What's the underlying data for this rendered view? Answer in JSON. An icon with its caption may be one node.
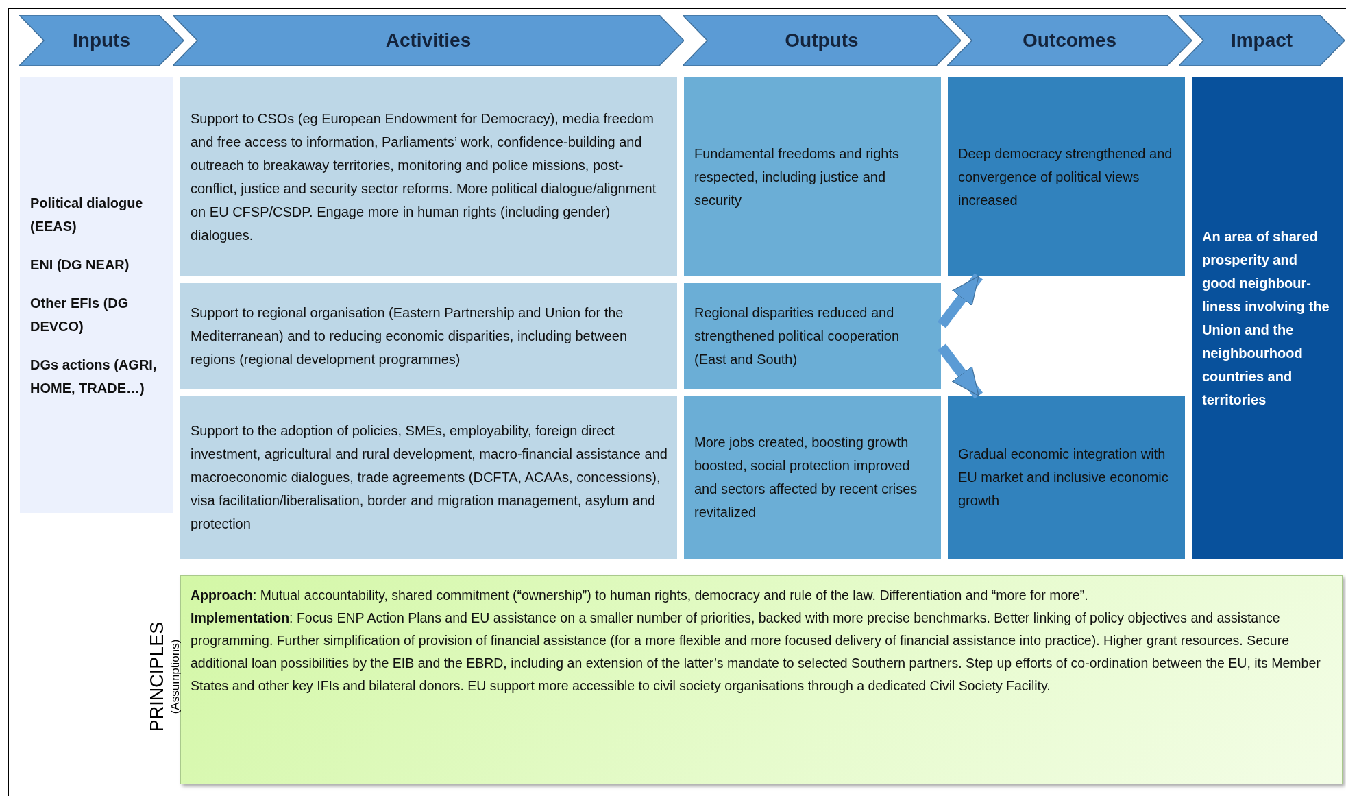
{
  "diagram": {
    "nodes": [
      {
        "text": [
          "Inputs"
        ]
      },
      {
        "text": [
          "Activities"
        ]
      },
      {
        "text": [
          "Outputs"
        ]
      },
      {
        "text": [
          "Outcomes"
        ]
      },
      {
        "text": [
          "Impact"
        ]
      },
      {
        "text": [
          "Political dialogue (EEAS)",
          "ENI (DG NEAR)",
          "Other EFIs (DG DEVCO)",
          "DGs actions (AGRI, HOME, TRADE…)"
        ]
      },
      {
        "text": [
          "Support to CSOs (eg European Endowment for Democracy), media freedom and free access to information, Parliaments’ work, confidence-building and outreach to breakaway territories, monitoring and police missions, post-conflict, justice and security sector reforms. More political dialogue/alignment on EU CFSP/CSDP. Engage more in human rights (including gender) dialogues."
        ]
      },
      {
        "text": [
          "Support to regional organisation (Eastern Partnership and Union for the Mediterranean) and to reducing economic disparities, including between regions (regional development programmes)"
        ]
      },
      {
        "text": [
          "Support to the adoption of policies, SMEs, employability, foreign direct investment, agricultural and rural development, macro-financial assistance and macroeconomic dialogues, trade agreements (DCFTA, ACAAs, concessions), visa facilitation/liberalisation, border and migration management, asylum and protection"
        ]
      },
      {
        "text": [
          "Fundamental freedoms and rights respected, including justice and security"
        ]
      },
      {
        "text": [
          "Regional disparities reduced and strengthened political cooperation (East and South)"
        ]
      },
      {
        "text": [
          "More jobs created, boosting growth boosted, social protection improved and sectors affected by recent crises revitalized"
        ]
      },
      {
        "text": [
          "Deep democracy strengthened and convergence of political views increased"
        ]
      },
      {
        "text": [
          "Gradual economic integration with EU market and inclusive economic growth"
        ]
      },
      {
        "text": [
          "An area of shared prosperity and good neighbour-liness involving the Union and the neighbourhood countries and territories"
        ]
      },
      {
        "text": [
          "**Approach**: Mutual accountability, shared commitment (“ownership”) to human rights, democracy and rule of the law. Differentiation and “more for more”.",
          "**Implementation**: Focus ENP Action Plans and EU assistance on a smaller number of priorities, backed with more precise benchmarks. Better linking of policy objectives and assistance programming. Further simplification of provision of financial assistance (for a more flexible and more focused delivery of financial assistance into practice). Higher grant resources. Secure additional loan possibilities by the EIB and the EBRD, including an extension of the latter’s mandate to selected Southern partners. Step up efforts of co-ordination between the EU, its Member States and other key IFIs and bilateral donors. EU support more accessible to civil society organisations through a dedicated Civil Society Facility."
        ]
      }
    ],
    "edges": [
      {
        "from": 10,
        "to": 12,
        "arrow": "to"
      },
      {
        "from": 10,
        "to": 13,
        "arrow": "to"
      }
    ],
    "labels": [
      "PRINCIPLES",
      "(Assumptions)"
    ]
  }
}
